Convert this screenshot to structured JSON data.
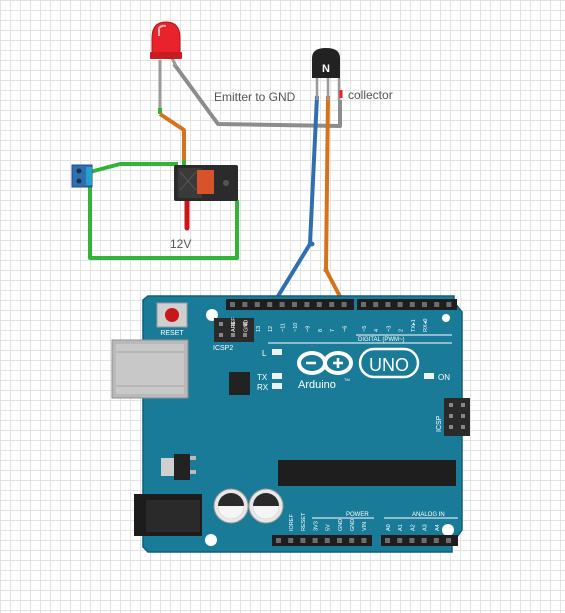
{
  "labels": {
    "emitter": "Emitter to  GND",
    "collector": "collector",
    "voltage": "12V",
    "transistor_mark": "N"
  },
  "arduino": {
    "reset": "RESET",
    "icsp2": "ICSP2",
    "icsp": "ICSP",
    "led_l": "L",
    "led_tx": "TX",
    "led_rx": "RX",
    "led_on": "ON",
    "brand": "Arduino",
    "tm": "TM",
    "model": "UNO",
    "digital": "DIGITAL (PWM~)",
    "power": "POWER",
    "analog": "ANALOG IN",
    "digital_pins": [
      "AREF",
      "GND",
      "13",
      "12",
      "~11",
      "~10",
      "~9",
      "8",
      "7",
      "~6",
      "~5",
      "4",
      "~3",
      "2",
      "TX▸1",
      "RX◂0"
    ],
    "power_pins": [
      "IOREF",
      "RESET",
      "3V3",
      "5V",
      "GND",
      "GND",
      "VIN"
    ],
    "analog_pins": [
      "A0",
      "A1",
      "A2",
      "A3",
      "A4",
      "A5"
    ]
  },
  "colors": {
    "board": "#1a7b99",
    "board_edge": "#0f5f78",
    "wire_gray": "#8c8c8c",
    "wire_orange": "#d4731c",
    "wire_blue": "#2f6fb0",
    "wire_green": "#33b33a",
    "wire_red": "#c8161b",
    "led_red": "#e8232b",
    "relay": "#2b2b2b",
    "relay_coil": "#d9532a",
    "terminal": "#2f6fb0"
  }
}
